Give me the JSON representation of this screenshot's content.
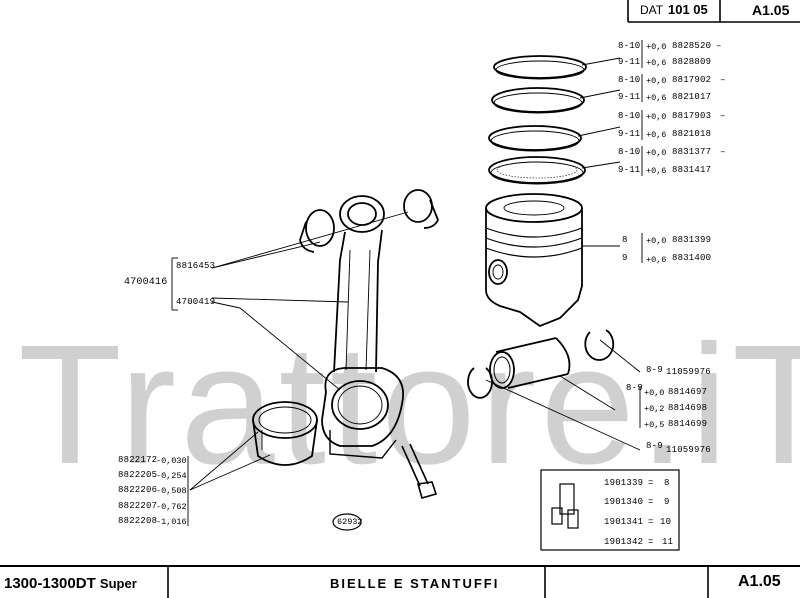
{
  "header": {
    "dat_label": "DAT",
    "dat_value": "101 05",
    "page_code": "A1.05"
  },
  "footer": {
    "model": "1300-1300DT",
    "model_suffix": "Super",
    "title": "BIELLE E STANTUFFI",
    "page_code": "A1.05"
  },
  "watermark": "Trattore.iT",
  "rings": [
    {
      "size_a": "8-10",
      "size_b": "9-11",
      "oversize_a": "+0,0",
      "oversize_b": "+0,6",
      "part_a": "8828520",
      "part_b": "8828809",
      "dash": "–"
    },
    {
      "size_a": "8-10",
      "size_b": "9-11",
      "oversize_a": "+0,0",
      "oversize_b": "+0,6",
      "part_a": "8817902",
      "part_b": "8821017",
      "dash": "–"
    },
    {
      "size_a": "8-10",
      "size_b": "9-11",
      "oversize_a": "+0,0",
      "oversize_b": "+0,6",
      "part_a": "8817903",
      "part_b": "8821018",
      "dash": "–"
    },
    {
      "size_a": "8-10",
      "size_b": "9-11",
      "oversize_a": "+0,0",
      "oversize_b": "+0,6",
      "part_a": "8831377",
      "part_b": "8831417",
      "dash": "–"
    }
  ],
  "piston": {
    "size_a": "8",
    "size_b": "9",
    "oversize_a": "+0,0",
    "oversize_b": "+0,6",
    "part_a": "8831399",
    "part_b": "8831400"
  },
  "circlip_top": {
    "size": "8-9",
    "part": "11059976"
  },
  "circlip_bottom": {
    "size": "8-9",
    "part": "11059976"
  },
  "pin": {
    "size": "8-9",
    "rows": [
      {
        "oversize": "+0,0",
        "part": "8814697"
      },
      {
        "oversize": "+0,2",
        "part": "8814698"
      },
      {
        "oversize": "+0,5",
        "part": "8814699"
      }
    ]
  },
  "rod": {
    "assembly": "4700416",
    "bushing": "8816453",
    "rod_part": "4700419"
  },
  "bearings": [
    {
      "part": "8822172",
      "oversize": "-0,030"
    },
    {
      "part": "8822205",
      "oversize": "-0,254"
    },
    {
      "part": "8822206",
      "oversize": "-0,508"
    },
    {
      "part": "8822207",
      "oversize": "-0,762"
    },
    {
      "part": "8822208",
      "oversize": "-1,016"
    }
  ],
  "bolt_ref": "62932",
  "kit_table": [
    {
      "part": "1901339",
      "eq": "=",
      "value": "8"
    },
    {
      "part": "1901340",
      "eq": "=",
      "value": "9"
    },
    {
      "part": "1901341",
      "eq": "=",
      "value": "10"
    },
    {
      "part": "1901342",
      "eq": "=",
      "value": "11"
    }
  ]
}
